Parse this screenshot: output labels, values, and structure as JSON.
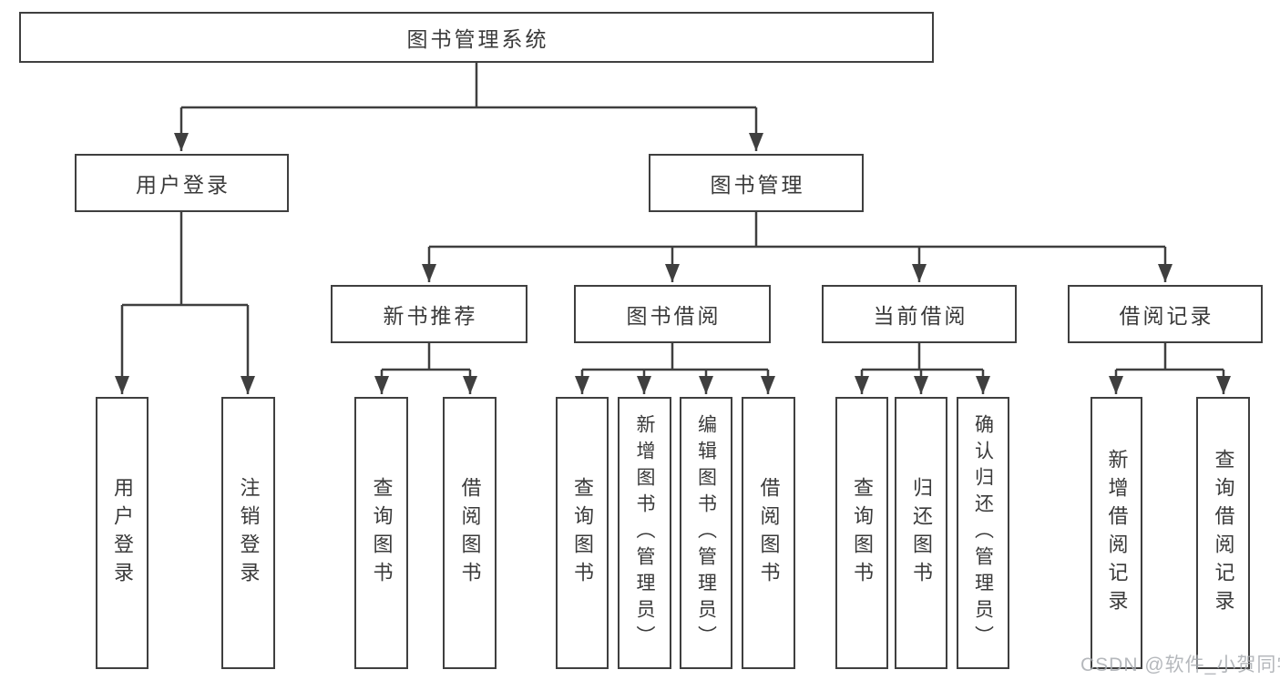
{
  "diagram_title": "图书管理系统",
  "nodes": {
    "root": {
      "label": "图书管理系统"
    },
    "login": {
      "label": "用户登录",
      "children": {
        "user_login": {
          "label": "用户登录"
        },
        "logout": {
          "label": "注销登录"
        }
      }
    },
    "management": {
      "label": "图书管理",
      "children": {
        "new_books": {
          "label": "新书推荐",
          "children": {
            "query_books": {
              "label": "查询图书"
            },
            "borrow_books": {
              "label": "借阅图书"
            }
          }
        },
        "borrowing": {
          "label": "图书借阅",
          "children": {
            "query_books": {
              "label": "查询图书"
            },
            "add_books": {
              "label": "新增图书（管理员）"
            },
            "edit_books": {
              "label": "编辑图书（管理员）"
            },
            "borrow_books": {
              "label": "借阅图书"
            }
          }
        },
        "current": {
          "label": "当前借阅",
          "children": {
            "query_books": {
              "label": "查询图书"
            },
            "return_books": {
              "label": "归还图书"
            },
            "confirm_return": {
              "label": "确认归还（管理员）"
            }
          }
        },
        "records": {
          "label": "借阅记录",
          "children": {
            "add_record": {
              "label": "新增借阅记录"
            },
            "query_record": {
              "label": "查询借阅记录"
            }
          }
        }
      }
    }
  },
  "watermark": {
    "text": "CSDN @软件_小贺同学"
  },
  "colors": {
    "line": "#3f3f3f",
    "border": "#3f3f3f",
    "text": "#3a3a3a",
    "watermark": "#a8acb0",
    "background": "#ffffff"
  }
}
